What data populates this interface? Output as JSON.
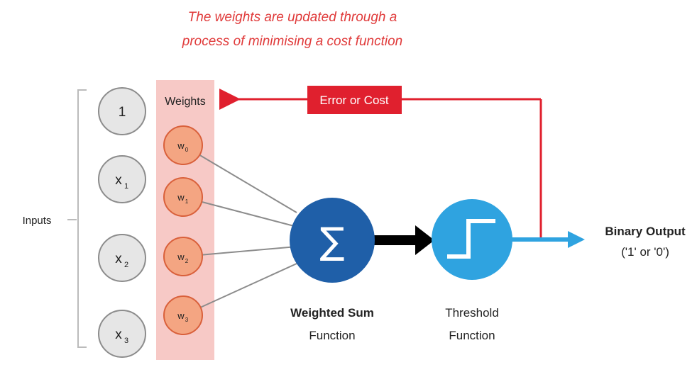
{
  "annotation": {
    "line1": "The weights are updated through a",
    "line2": "process of minimising a cost function"
  },
  "error_box": {
    "label": "Error or Cost"
  },
  "inputs_label": "Inputs",
  "weights_label": "Weights",
  "input_nodes": [
    {
      "label": "1"
    },
    {
      "label": "x",
      "subscript": "1"
    },
    {
      "label": "x",
      "subscript": "2"
    },
    {
      "label": "x",
      "subscript": "3"
    }
  ],
  "weight_nodes": [
    {
      "label": "w",
      "subscript": "0"
    },
    {
      "label": "w",
      "subscript": "1"
    },
    {
      "label": "w",
      "subscript": "2"
    },
    {
      "label": "w",
      "subscript": "3"
    }
  ],
  "sum_node": {
    "symbol": "∑",
    "label_line1": "Weighted Sum",
    "label_line2": "Function"
  },
  "threshold_node": {
    "label_line1": "Threshold",
    "label_line2": "Function"
  },
  "output": {
    "line1": "Binary Output",
    "line2": "('1' or '0')"
  },
  "colors": {
    "input_fill": "#e6e6e6",
    "input_stroke": "#8c8c8c",
    "weight_fill": "#f4a582",
    "weight_stroke": "#d9603b",
    "weights_band": "#f7c9c6",
    "sum_fill": "#1f5fa8",
    "threshold_fill": "#2fa3e0",
    "error_fill": "#e0202e",
    "feedback_line": "#e0202e",
    "output_arrow": "#2fa3e0",
    "sum_to_threshold_arrow": "#000000"
  }
}
